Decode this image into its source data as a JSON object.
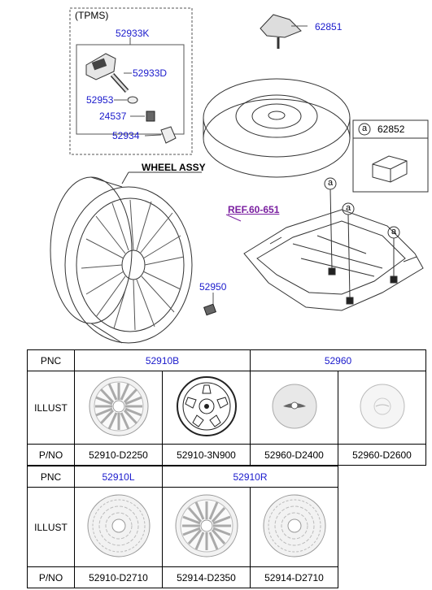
{
  "callouts": {
    "tpms": "(TPMS)",
    "p52933K": "52933K",
    "p52933D": "52933D",
    "p52953": "52953",
    "p24537": "24537",
    "p52934": "52934",
    "p62851": "62851",
    "p62852": "62852",
    "legend_a": "a",
    "wheel_assy": "WHEEL ASSY",
    "ref": "REF.60-651",
    "p52950": "52950",
    "a1": "a",
    "a2": "a",
    "a3": "a"
  },
  "table": {
    "row_pnc": "PNC",
    "row_illust": "ILLUST",
    "row_pno": "P/NO",
    "top": {
      "pnc_52910B": "52910B",
      "pnc_52960": "52960",
      "pno": [
        "52910-D2250",
        "52910-3N900",
        "52960-D2400",
        "52960-D2600"
      ]
    },
    "bottom": {
      "pnc_52910L": "52910L",
      "pnc_52910R": "52910R",
      "pno": [
        "52910-D2710",
        "52914-D2350",
        "52914-D2710"
      ]
    }
  },
  "colors": {
    "callout_blue": "#1a1acc",
    "ref_purple": "#7a1fa0"
  }
}
